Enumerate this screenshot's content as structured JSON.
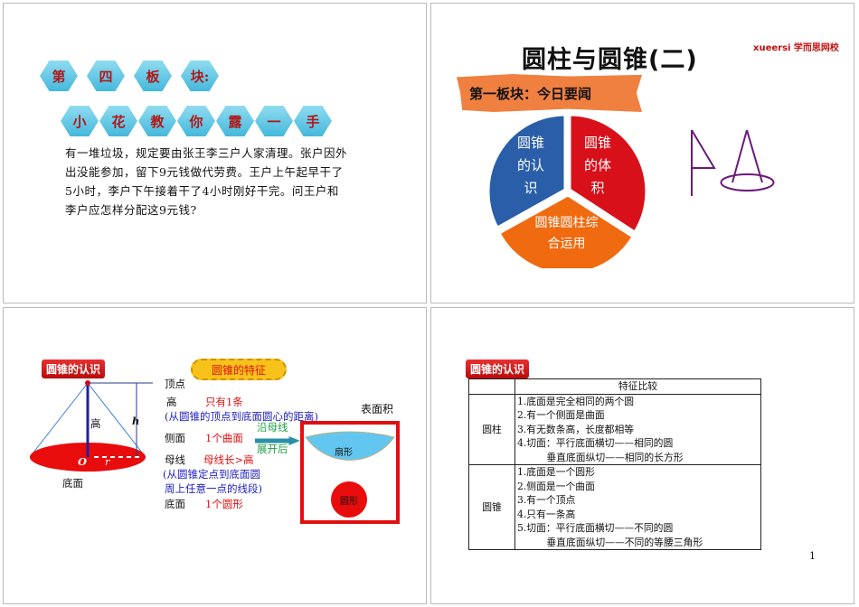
{
  "slide1": {
    "title_row": [
      "第",
      "四",
      "板",
      "块:"
    ],
    "subtitle_row": [
      "小",
      "花",
      "教",
      "你",
      "露",
      "一",
      "手"
    ],
    "paragraph": "有一堆垃圾，规定要由张王李三户人家清理。张户因外出没能参加，留下9元钱做代劳费。王户上午起早干了5小时，李户下午接着干了4小时刚好干完。问王户和李户应怎样分配这9元钱?"
  },
  "slide2": {
    "title": "圆柱与圆锥(二)",
    "logo": "xueersi 学而思网校",
    "banner": "第一板块：今日要闻",
    "segments": [
      {
        "label": "圆锥的认识",
        "color": "#2a5ea8"
      },
      {
        "label": "圆锥的体积",
        "color": "#d8101a"
      },
      {
        "label": "圆锥圆柱综合运用",
        "color": "#f06a10"
      }
    ]
  },
  "slide3": {
    "tag": "圆锥的认识",
    "feature_button": "圆锥的特征",
    "labels": {
      "vertex": "顶点",
      "height": "高",
      "height_desc": "只有1条",
      "height_note": "(从圆锥的顶点到底面圆心的距离)",
      "lateral": "侧面",
      "lateral_desc": "1个曲面",
      "generatrix": "母线",
      "generatrix_desc": "母线长>高",
      "generatrix_note1": "(从圆锥定点到底面圆",
      "generatrix_note2": "周上任意一点的线段)",
      "base": "底面",
      "base_desc": "1个圆形",
      "h": "h",
      "O": "O",
      "r": "r",
      "height_inner": "高",
      "base_below": "底面",
      "arrow_top": "沿母线",
      "arrow_bottom": "展开后",
      "surface_area": "表面积",
      "sector": "扇形",
      "circle": "圆形"
    }
  },
  "slide4": {
    "tag": "圆锥的认识",
    "header": "特征比较",
    "rows": [
      {
        "name": "圆柱",
        "items": [
          "1.底面是完全相同的两个圆",
          "2.有一个侧面是曲面",
          "3.有无数条高，长度都相等",
          "4.切面：平行底面横切——相同的圆",
          "　　　垂直底面纵切——相同的长方形"
        ]
      },
      {
        "name": "圆锥",
        "items": [
          "1.底面是一个圆形",
          "2.侧面是一个曲面",
          "3.有一个顶点",
          "4.只有一条高",
          "5.切面：平行底面横切——不同的圆",
          "　　　垂直底面纵切——不同的等腰三角形"
        ]
      }
    ],
    "page_number": "1"
  }
}
